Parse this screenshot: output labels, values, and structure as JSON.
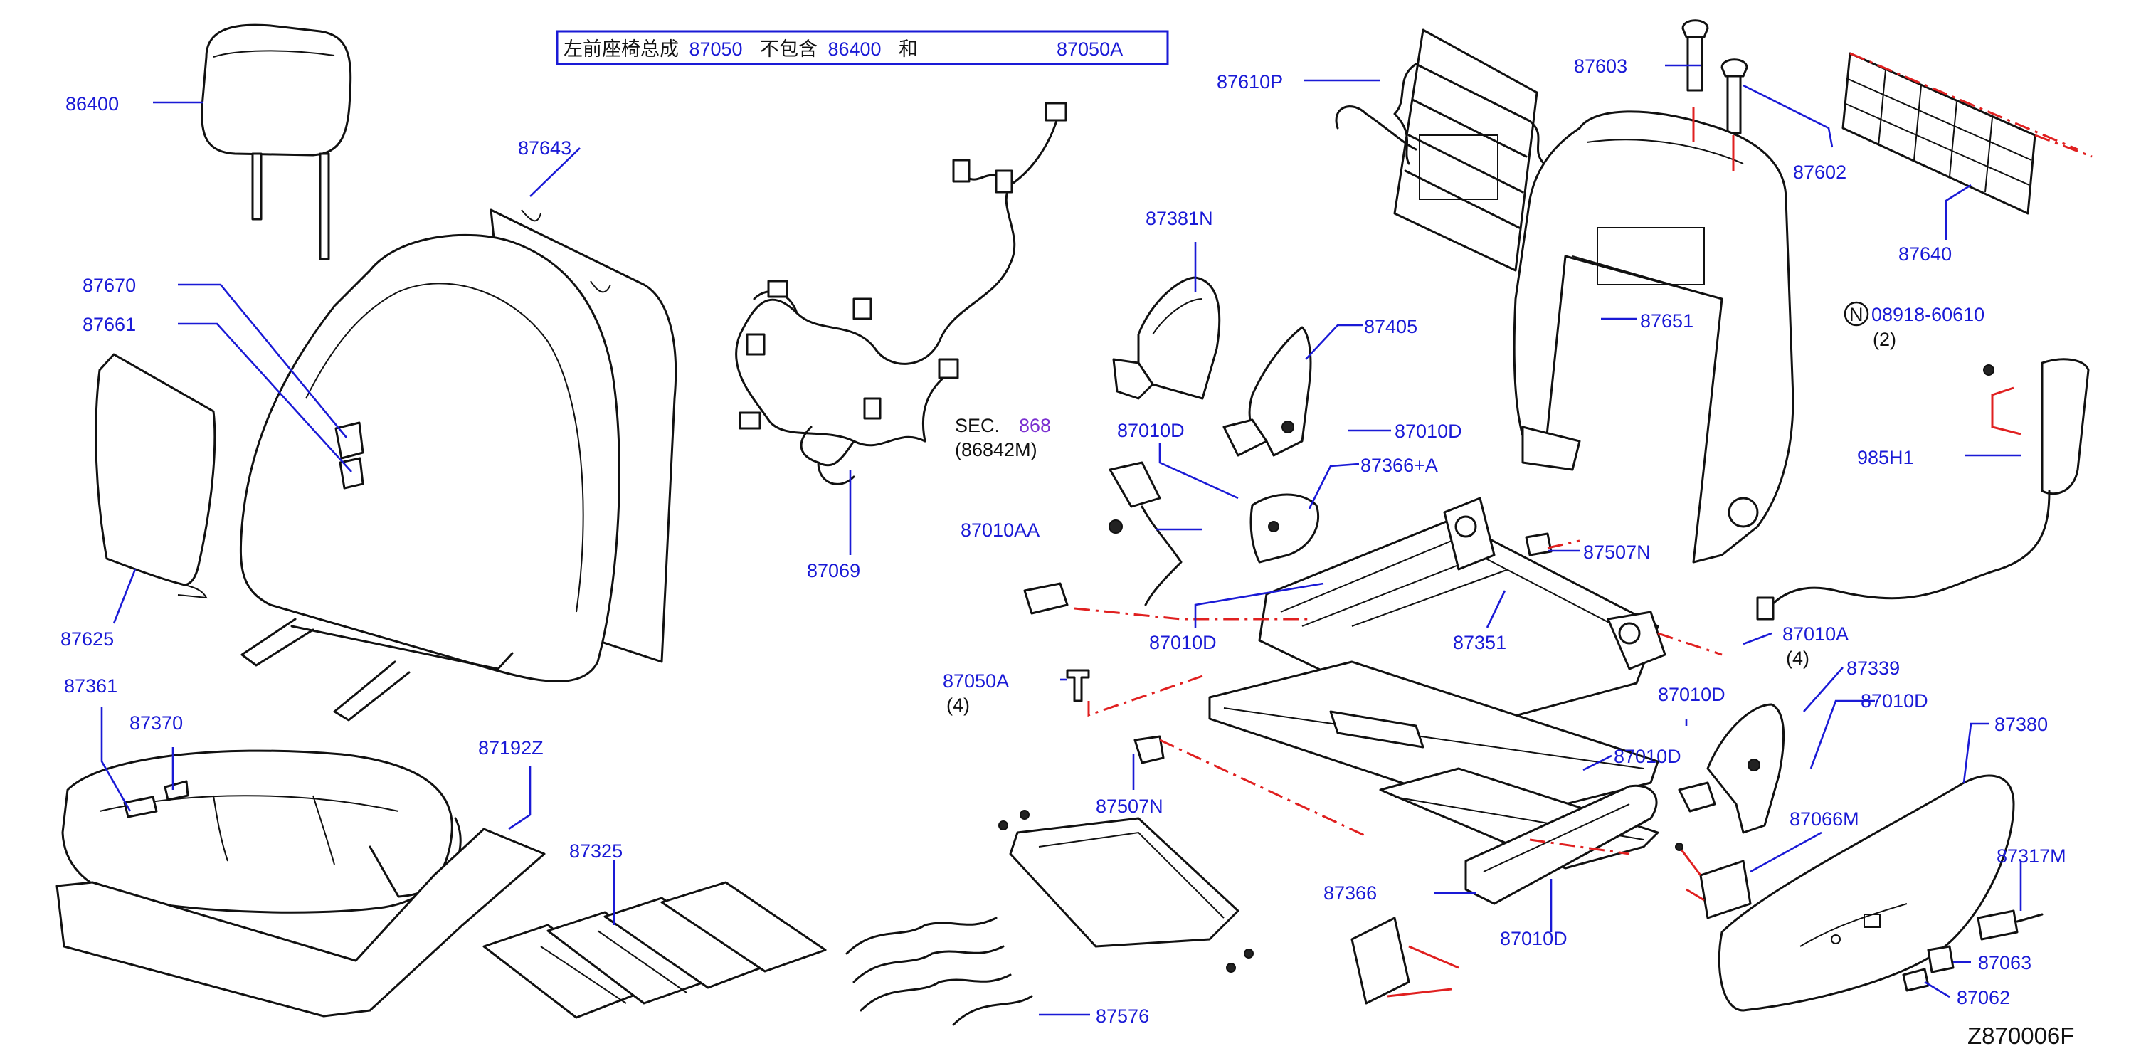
{
  "title_box": {
    "prefix": "左前座椅总成",
    "code1": "87050",
    "middle": "不包含",
    "code2": "86400",
    "suffix": "和",
    "code3": "87050A"
  },
  "reference": "Z870006F",
  "sec": {
    "prefix": "SEC.",
    "number": "868",
    "sub": "(86842M)"
  },
  "fastener": {
    "symbol": "N",
    "code": "08918-60610",
    "qty": "(2)"
  },
  "labels": {
    "l86400": "86400",
    "l87643": "87643",
    "l87670": "87670",
    "l87661": "87661",
    "l87625": "87625",
    "l87361": "87361",
    "l87370": "87370",
    "l87192Z": "87192Z",
    "l87325": "87325",
    "l87069": "87069",
    "l87610P": "87610P",
    "l87381N": "87381N",
    "l87405": "87405",
    "l87010D_a": "87010D",
    "l87010D_b": "87010D",
    "l87366A": "87366+A",
    "l87010AA": "87010AA",
    "l87010D_c": "87010D",
    "l87351": "87351",
    "l87507N_a": "87507N",
    "l87050A": "87050A",
    "l87050A_qty": "(4)",
    "l87507N_b": "87507N",
    "l87576": "87576",
    "l87603": "87603",
    "l87602": "87602",
    "l87640": "87640",
    "l87651": "87651",
    "l985H1": "985H1",
    "l87010A": "87010A",
    "l87010A_qty": "(4)",
    "l87339": "87339",
    "l87010D_d": "87010D",
    "l87010D_e": "87010D",
    "l87010D_f": "87010D",
    "l87066M": "87066M",
    "l87366": "87366",
    "l87010D_g": "87010D",
    "l87380": "87380",
    "l87317M": "87317M",
    "l87063": "87063",
    "l87062": "87062"
  }
}
